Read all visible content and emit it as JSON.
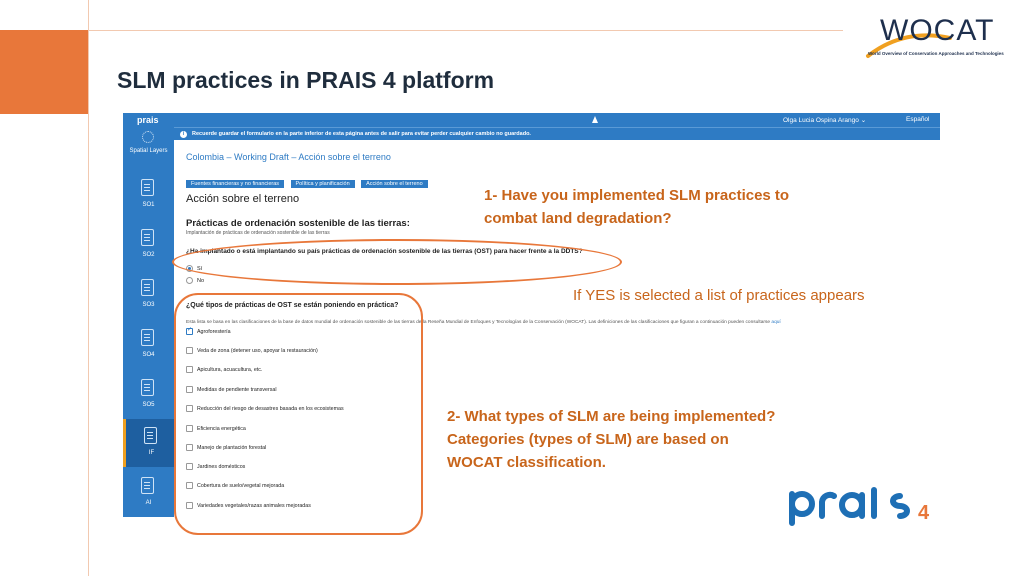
{
  "slide": {
    "title": "SLM practices in PRAIS 4 platform",
    "logo_text": "WOCAT",
    "logo_subtitle": "World Overview of Conservation Approaches and Technologies",
    "accent_color": "#E8773A",
    "annotation_color": "#C8651B"
  },
  "app": {
    "brand": "prais",
    "user": "Olga Lucia Ospina Arango ⌄",
    "language": "Español",
    "notice": "Recuerde guardar el formulario en la parte inferior de esta página antes de salir para evitar perder cualquier cambio no guardado.",
    "sidebar": [
      {
        "label": "Spatial Layers",
        "icon": "layers-icon"
      },
      {
        "label": "SO1",
        "icon": "document-icon"
      },
      {
        "label": "SO2",
        "icon": "document-icon"
      },
      {
        "label": "SO3",
        "icon": "document-icon"
      },
      {
        "label": "SO4",
        "icon": "document-icon"
      },
      {
        "label": "SO5",
        "icon": "document-icon"
      },
      {
        "label": "IF",
        "icon": "document-icon",
        "active": true
      },
      {
        "label": "AI",
        "icon": "document-icon"
      }
    ],
    "breadcrumb": "Colombia – Working Draft – Acción sobre el terreno",
    "tabs": [
      "Fuentes financieras y no financieras",
      "Política y planificación",
      "Acción sobre el terreno"
    ],
    "section_title": "Acción sobre el terreno",
    "subsection_title": "Prácticas de ordenación sostenible de las tierras:",
    "subsection_desc": "Implantación de prácticas de ordenación sostenible de las tierras",
    "question1": "¿Ha implantado o está implantando su país prácticas de ordenación sostenible de las tierras (OST) para hacer frente a la DDTS?",
    "q1_options": [
      {
        "label": "Sí",
        "checked": true
      },
      {
        "label": "No",
        "checked": false
      }
    ],
    "question2": "¿Qué tipos de prácticas de OST se están poniendo en práctica?",
    "question2_desc": "Esta lista se basa en las clasificaciones de la base de datos mundial de ordenación sostenible de las tierras de la Reseña Mundial de Enfoques y Tecnologías de la Conservación (WOCAT). Las definiciones de las clasificaciones que figuran a continuación pueden consultarse",
    "question2_link": "aquí",
    "practices": [
      {
        "label": "Agroforestería",
        "checked": true
      },
      {
        "label": "Veda de zona (detener uso, apoyar la restauración)",
        "checked": false
      },
      {
        "label": "Apicultura, acuacultura, etc.",
        "checked": false
      },
      {
        "label": "Medidas de pendiente transversal",
        "checked": false
      },
      {
        "label": "Reducción del riesgo de desastres basada en los ecosistemas",
        "checked": false
      },
      {
        "label": "Eficiencia energética",
        "checked": false
      },
      {
        "label": "Manejo de plantación forestal",
        "checked": false
      },
      {
        "label": "Jardines domésticos",
        "checked": false
      },
      {
        "label": "Cobertura de suelo/vegetal mejorada",
        "checked": false
      },
      {
        "label": "Variedades vegetales/razas animales mejoradas",
        "checked": false
      }
    ]
  },
  "annotations": {
    "a1": "1- Have you implemented SLM practices to combat land degradation?",
    "yes_note": "If YES is selected a list of practices appears",
    "a2": "2- What types of SLM are being implemented? Categories (types of SLM) are based on WOCAT classification."
  },
  "prais_logo": "prais4"
}
